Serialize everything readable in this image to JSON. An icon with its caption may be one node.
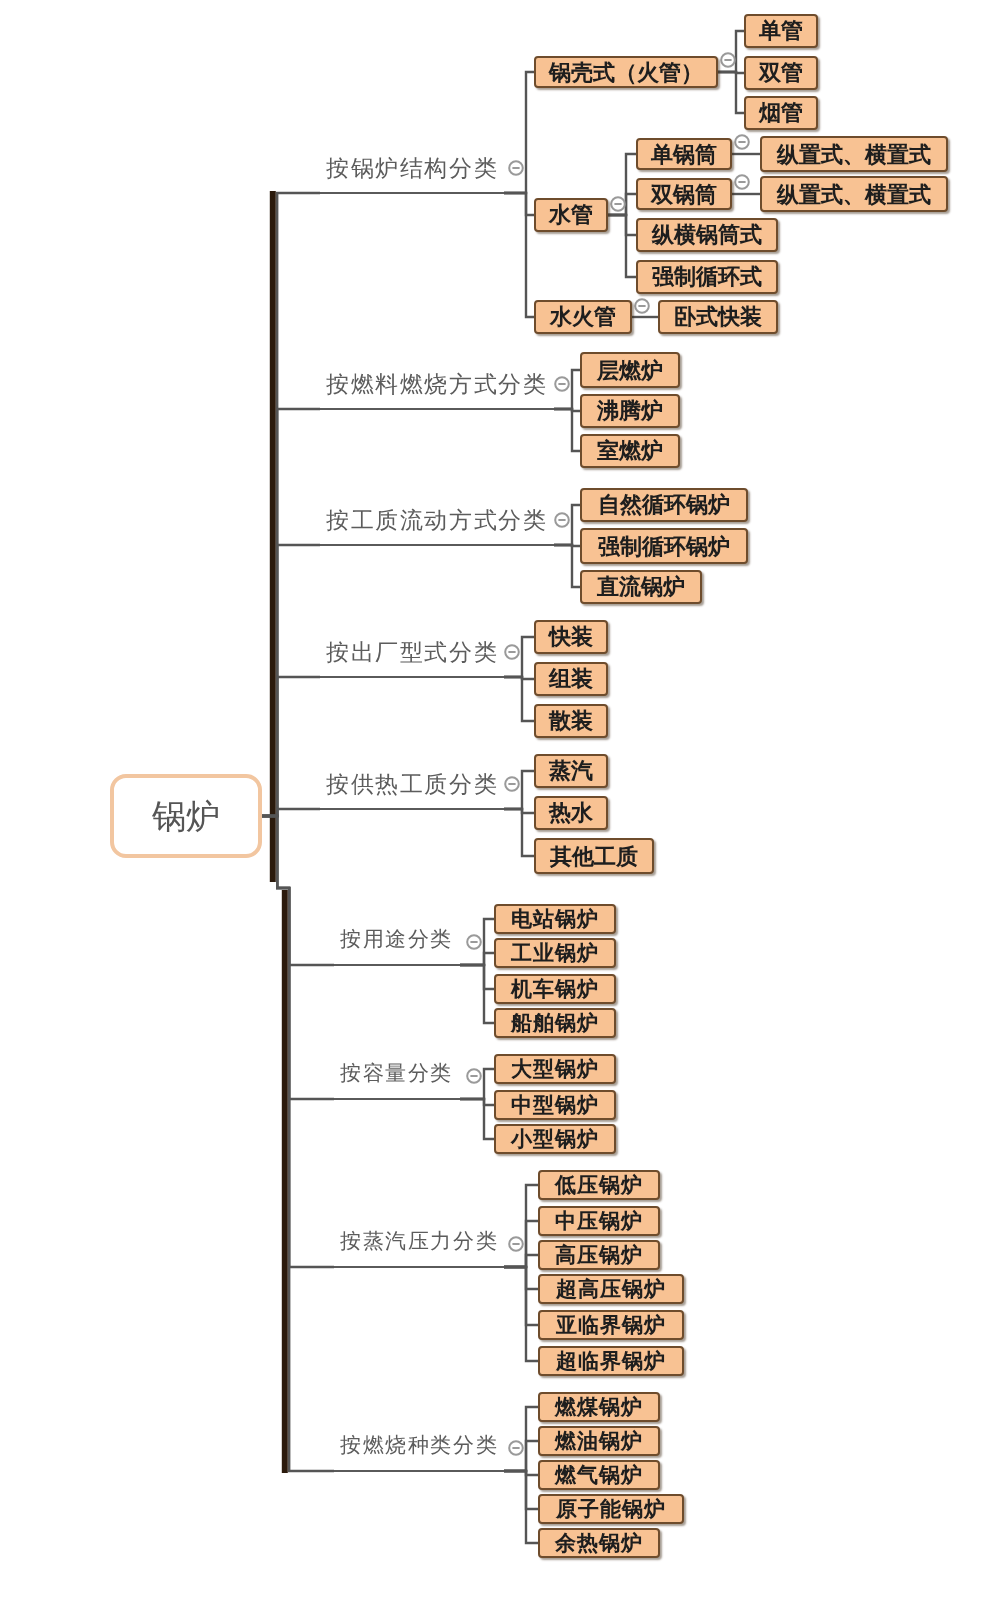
{
  "diagram": {
    "nodes": [
      {
        "text": [
          "锅炉"
        ]
      },
      {
        "text": [
          "按锅炉结构分类"
        ]
      },
      {
        "text": [
          "锅壳式（火管）"
        ]
      },
      {
        "text": [
          "单管"
        ]
      },
      {
        "text": [
          "双管"
        ]
      },
      {
        "text": [
          "烟管"
        ]
      },
      {
        "text": [
          "水管"
        ]
      },
      {
        "text": [
          "单锅筒"
        ]
      },
      {
        "text": [
          "纵置式、横置式"
        ]
      },
      {
        "text": [
          "双锅筒"
        ]
      },
      {
        "text": [
          "纵置式、横置式"
        ]
      },
      {
        "text": [
          "纵横锅筒式"
        ]
      },
      {
        "text": [
          "强制循环式"
        ]
      },
      {
        "text": [
          "水火管"
        ]
      },
      {
        "text": [
          "卧式快装"
        ]
      },
      {
        "text": [
          "按燃料燃烧方式分类"
        ]
      },
      {
        "text": [
          "层燃炉"
        ]
      },
      {
        "text": [
          "沸腾炉"
        ]
      },
      {
        "text": [
          "室燃炉"
        ]
      },
      {
        "text": [
          "按工质流动方式分类"
        ]
      },
      {
        "text": [
          "自然循环锅炉"
        ]
      },
      {
        "text": [
          "强制循环锅炉"
        ]
      },
      {
        "text": [
          "直流锅炉"
        ]
      },
      {
        "text": [
          "按出厂型式分类"
        ]
      },
      {
        "text": [
          "快装"
        ]
      },
      {
        "text": [
          "组装"
        ]
      },
      {
        "text": [
          "散装"
        ]
      },
      {
        "text": [
          "按供热工质分类"
        ]
      },
      {
        "text": [
          "蒸汽"
        ]
      },
      {
        "text": [
          "热水"
        ]
      },
      {
        "text": [
          "其他工质"
        ]
      },
      {
        "text": [
          "按用途分类"
        ]
      },
      {
        "text": [
          "电站锅炉"
        ]
      },
      {
        "text": [
          "工业锅炉"
        ]
      },
      {
        "text": [
          "机车锅炉"
        ]
      },
      {
        "text": [
          "船舶锅炉"
        ]
      },
      {
        "text": [
          "按容量分类"
        ]
      },
      {
        "text": [
          "大型锅炉"
        ]
      },
      {
        "text": [
          "中型锅炉"
        ]
      },
      {
        "text": [
          "小型锅炉"
        ]
      },
      {
        "text": [
          "按蒸汽压力分类"
        ]
      },
      {
        "text": [
          "低压锅炉"
        ]
      },
      {
        "text": [
          "中压锅炉"
        ]
      },
      {
        "text": [
          "高压锅炉"
        ]
      },
      {
        "text": [
          "超高压锅炉"
        ]
      },
      {
        "text": [
          "亚临界锅炉"
        ]
      },
      {
        "text": [
          "超临界锅炉"
        ]
      },
      {
        "text": [
          "按燃烧种类分类"
        ]
      },
      {
        "text": [
          "燃煤锅炉"
        ]
      },
      {
        "text": [
          "燃油锅炉"
        ]
      },
      {
        "text": [
          "燃气锅炉"
        ]
      },
      {
        "text": [
          "原子能锅炉"
        ]
      },
      {
        "text": [
          "余热锅炉"
        ]
      }
    ],
    "edges": [
      {
        "from": 0,
        "to": 1,
        "arrow": "none"
      },
      {
        "from": 0,
        "to": 15,
        "arrow": "none"
      },
      {
        "from": 0,
        "to": 19,
        "arrow": "none"
      },
      {
        "from": 0,
        "to": 23,
        "arrow": "none"
      },
      {
        "from": 0,
        "to": 27,
        "arrow": "none"
      },
      {
        "from": 0,
        "to": 31,
        "arrow": "none"
      },
      {
        "from": 0,
        "to": 36,
        "arrow": "none"
      },
      {
        "from": 0,
        "to": 40,
        "arrow": "none"
      },
      {
        "from": 0,
        "to": 47,
        "arrow": "none"
      },
      {
        "from": 1,
        "to": 2,
        "arrow": "none"
      },
      {
        "from": 1,
        "to": 6,
        "arrow": "none"
      },
      {
        "from": 1,
        "to": 13,
        "arrow": "none"
      },
      {
        "from": 2,
        "to": 3,
        "arrow": "none"
      },
      {
        "from": 2,
        "to": 4,
        "arrow": "none"
      },
      {
        "from": 2,
        "to": 5,
        "arrow": "none"
      },
      {
        "from": 6,
        "to": 7,
        "arrow": "none"
      },
      {
        "from": 6,
        "to": 9,
        "arrow": "none"
      },
      {
        "from": 6,
        "to": 11,
        "arrow": "none"
      },
      {
        "from": 6,
        "to": 12,
        "arrow": "none"
      },
      {
        "from": 7,
        "to": 8,
        "arrow": "none"
      },
      {
        "from": 9,
        "to": 10,
        "arrow": "none"
      },
      {
        "from": 13,
        "to": 14,
        "arrow": "none"
      },
      {
        "from": 15,
        "to": 16,
        "arrow": "none"
      },
      {
        "from": 15,
        "to": 17,
        "arrow": "none"
      },
      {
        "from": 15,
        "to": 18,
        "arrow": "none"
      },
      {
        "from": 19,
        "to": 20,
        "arrow": "none"
      },
      {
        "from": 19,
        "to": 21,
        "arrow": "none"
      },
      {
        "from": 19,
        "to": 22,
        "arrow": "none"
      },
      {
        "from": 23,
        "to": 24,
        "arrow": "none"
      },
      {
        "from": 23,
        "to": 25,
        "arrow": "none"
      },
      {
        "from": 23,
        "to": 26,
        "arrow": "none"
      },
      {
        "from": 27,
        "to": 28,
        "arrow": "none"
      },
      {
        "from": 27,
        "to": 29,
        "arrow": "none"
      },
      {
        "from": 27,
        "to": 30,
        "arrow": "none"
      },
      {
        "from": 31,
        "to": 32,
        "arrow": "none"
      },
      {
        "from": 31,
        "to": 33,
        "arrow": "none"
      },
      {
        "from": 31,
        "to": 34,
        "arrow": "none"
      },
      {
        "from": 31,
        "to": 35,
        "arrow": "none"
      },
      {
        "from": 36,
        "to": 37,
        "arrow": "none"
      },
      {
        "from": 36,
        "to": 38,
        "arrow": "none"
      },
      {
        "from": 36,
        "to": 39,
        "arrow": "none"
      },
      {
        "from": 40,
        "to": 41,
        "arrow": "none"
      },
      {
        "from": 40,
        "to": 42,
        "arrow": "none"
      },
      {
        "from": 40,
        "to": 43,
        "arrow": "none"
      },
      {
        "from": 40,
        "to": 44,
        "arrow": "none"
      },
      {
        "from": 40,
        "to": 45,
        "arrow": "none"
      },
      {
        "from": 40,
        "to": 46,
        "arrow": "none"
      },
      {
        "from": 47,
        "to": 48,
        "arrow": "none"
      },
      {
        "from": 47,
        "to": 49,
        "arrow": "none"
      },
      {
        "from": 47,
        "to": 50,
        "arrow": "none"
      },
      {
        "from": 47,
        "to": 51,
        "arrow": "none"
      },
      {
        "from": 47,
        "to": 52,
        "arrow": "none"
      }
    ]
  }
}
